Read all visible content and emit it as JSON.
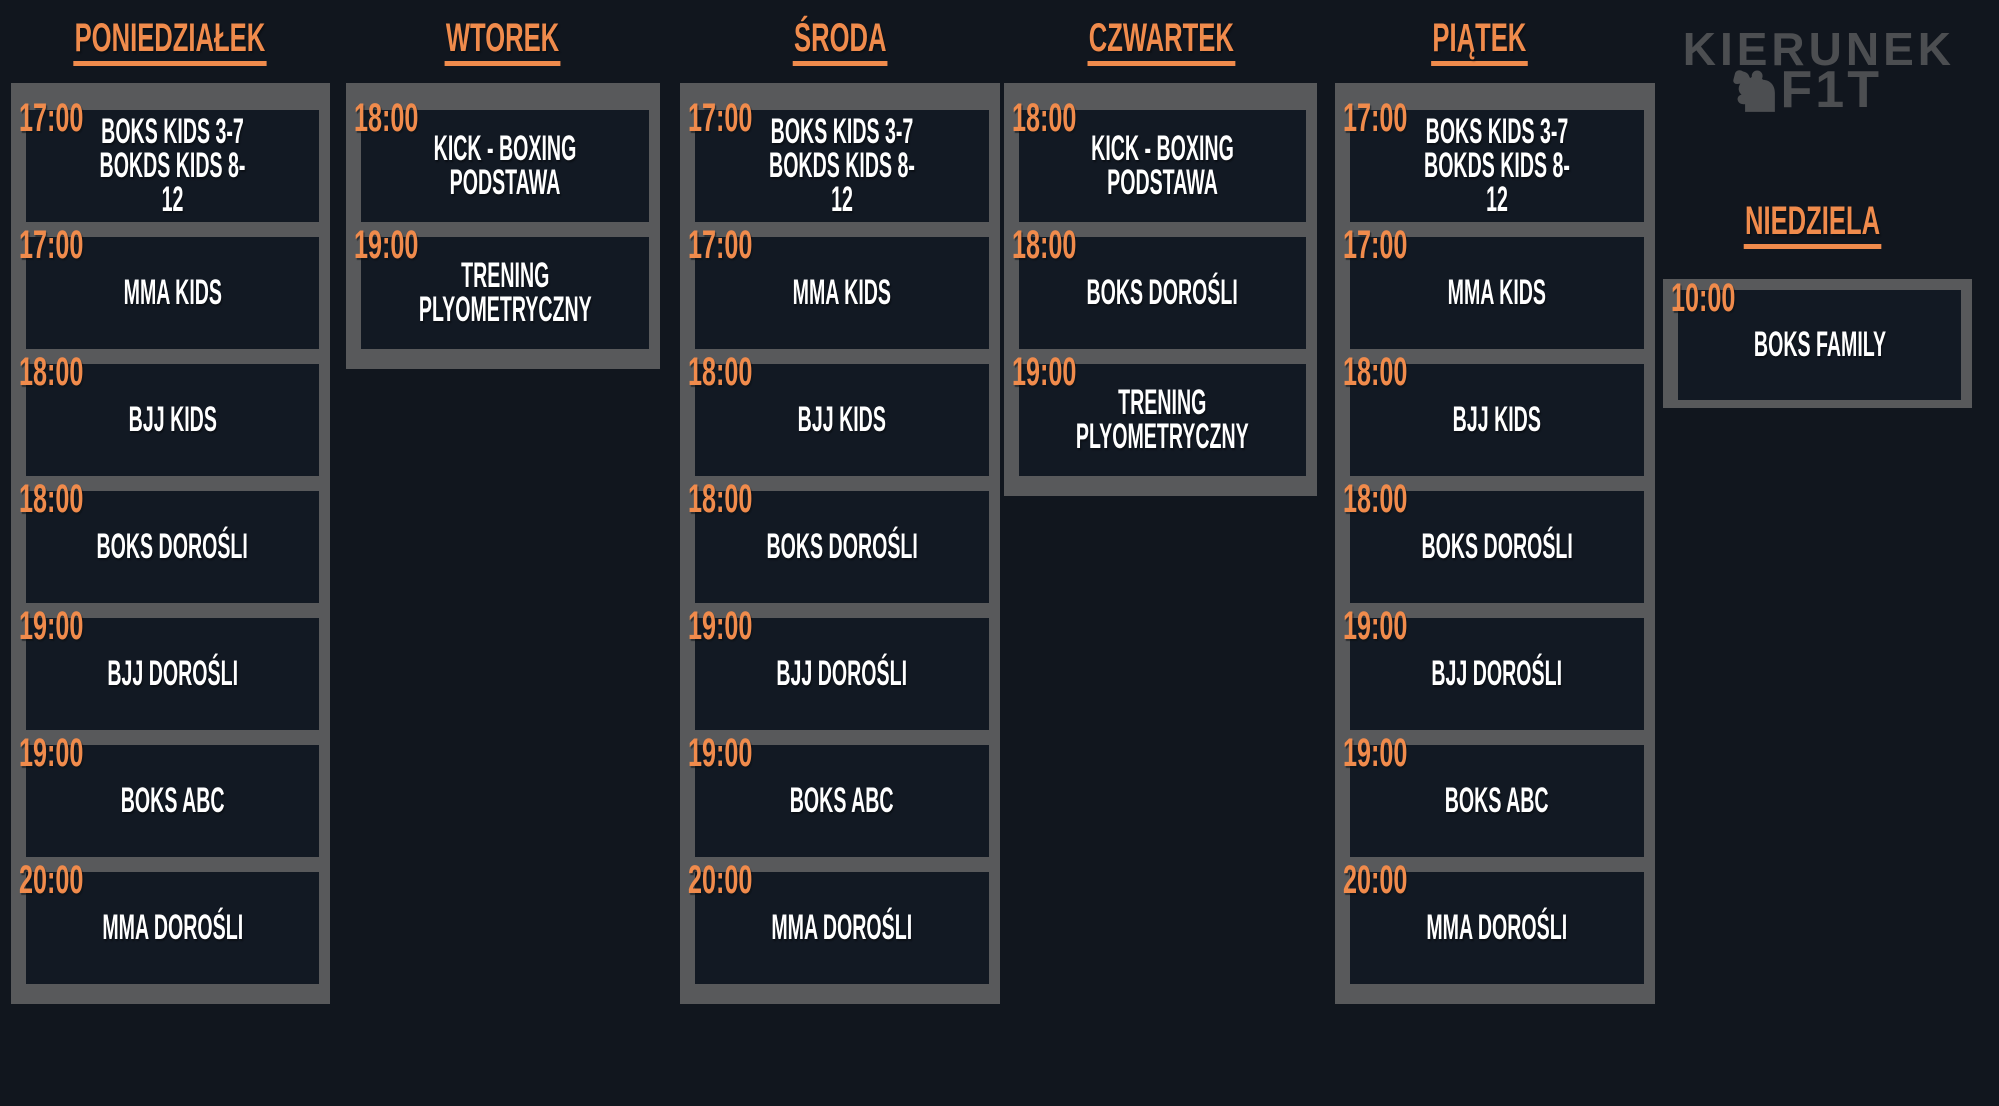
{
  "colors": {
    "background": "#11161e",
    "box": "#121923",
    "frame": "#58595b",
    "accent": "#F08B4C",
    "text": "#FFFFFF",
    "logo": "#4C4E51"
  },
  "logo": {
    "line1": "KIERUNEK",
    "line2": "F1T",
    "icon": "bicep-icon"
  },
  "schedule": {
    "days": [
      {
        "label": "PONIEDZIAŁEK",
        "classes": [
          {
            "time": "17:00",
            "name": "BOKS KIDS 3-7\nBOKDS KIDS 8-12"
          },
          {
            "time": "17:00",
            "name": "MMA KIDS"
          },
          {
            "time": "18:00",
            "name": "BJJ KIDS"
          },
          {
            "time": "18:00",
            "name": "BOKS DOROŚLI"
          },
          {
            "time": "19:00",
            "name": "BJJ DOROŚLI"
          },
          {
            "time": "19:00",
            "name": "BOKS ABC"
          },
          {
            "time": "20:00",
            "name": "MMA DOROŚLI"
          }
        ]
      },
      {
        "label": "WTOREK",
        "classes": [
          {
            "time": "18:00",
            "name": "KICK - BOXING PODSTAWA"
          },
          {
            "time": "19:00",
            "name": "TRENING PLYOMETRYCZNY"
          }
        ]
      },
      {
        "label": "ŚRODA",
        "classes": [
          {
            "time": "17:00",
            "name": "BOKS KIDS 3-7\nBOKDS KIDS 8-12"
          },
          {
            "time": "17:00",
            "name": "MMA KIDS"
          },
          {
            "time": "18:00",
            "name": "BJJ KIDS"
          },
          {
            "time": "18:00",
            "name": "BOKS DOROŚLI"
          },
          {
            "time": "19:00",
            "name": "BJJ DOROŚLI"
          },
          {
            "time": "19:00",
            "name": "BOKS ABC"
          },
          {
            "time": "20:00",
            "name": "MMA DOROŚLI"
          }
        ]
      },
      {
        "label": "CZWARTEK",
        "classes": [
          {
            "time": "18:00",
            "name": "KICK - BOXING PODSTAWA"
          },
          {
            "time": "18:00",
            "name": "BOKS DOROŚLI"
          },
          {
            "time": "19:00",
            "name": "TRENING PLYOMETRYCZNY"
          }
        ]
      },
      {
        "label": "PIĄTEK",
        "classes": [
          {
            "time": "17:00",
            "name": "BOKS KIDS 3-7\nBOKDS KIDS 8-12"
          },
          {
            "time": "17:00",
            "name": "MMA KIDS"
          },
          {
            "time": "18:00",
            "name": "BJJ KIDS"
          },
          {
            "time": "18:00",
            "name": "BOKS DOROŚLI"
          },
          {
            "time": "19:00",
            "name": "BJJ DOROŚLI"
          },
          {
            "time": "19:00",
            "name": "BOKS ABC"
          },
          {
            "time": "20:00",
            "name": "MMA DOROŚLI"
          }
        ]
      },
      {
        "label": "NIEDZIELA",
        "classes": [
          {
            "time": "10:00",
            "name": "BOKS FAMILY"
          }
        ]
      }
    ]
  }
}
